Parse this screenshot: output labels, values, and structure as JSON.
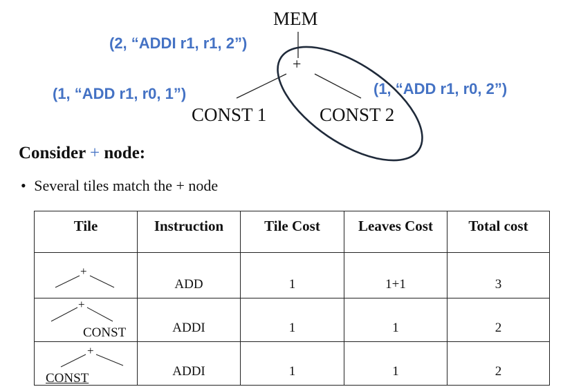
{
  "tree": {
    "root": "MEM",
    "plus": "+",
    "left_leaf": "CONST 1",
    "right_leaf": "CONST 2",
    "annotation_root": "(2, “ADDI r1, r1, 2”)",
    "annotation_left": "(1, “ADD r1, r0, 1”)",
    "annotation_right": "(1, “ADD r1, r0, 2”)",
    "annotation_color": "#4472c4"
  },
  "section": {
    "heading_prefix": "Consider",
    "heading_plus": "+",
    "heading_suffix": "node:",
    "bullet": "Several tiles match the + node"
  },
  "table": {
    "headers": [
      "Tile",
      "Instruction",
      "Tile Cost",
      "Leaves Cost",
      "Total cost"
    ],
    "rows": [
      {
        "tile_plus": "+",
        "tile_const": "",
        "instruction": "ADD",
        "tile_cost": "1",
        "leaves_cost": "1+1",
        "total_cost": "3"
      },
      {
        "tile_plus": "+",
        "tile_const": "CONST",
        "instruction": "ADDI",
        "tile_cost": "1",
        "leaves_cost": "1",
        "total_cost": "2"
      },
      {
        "tile_plus": "+",
        "tile_const": "CONST",
        "instruction": "ADDI",
        "tile_cost": "1",
        "leaves_cost": "1",
        "total_cost": "2"
      }
    ]
  }
}
